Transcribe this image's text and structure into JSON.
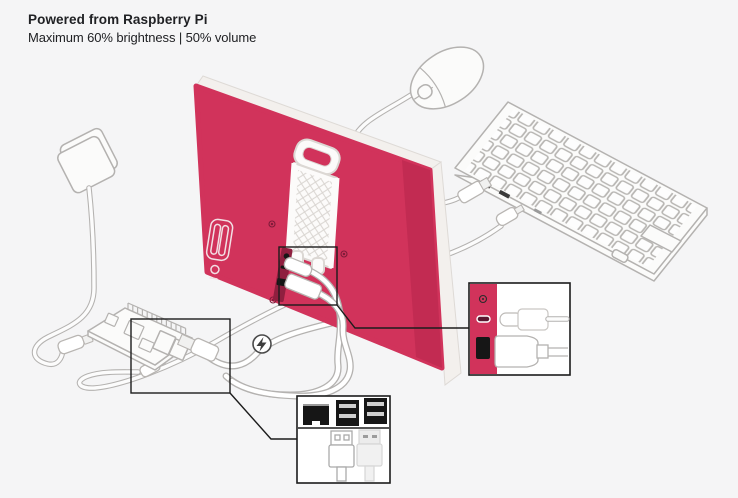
{
  "header": {
    "title": "Powered from Raspberry Pi",
    "subtitle": "Maximum 60% brightness | 50% volume"
  },
  "colors": {
    "background": "#f5f5f6",
    "monitor_red": "#d1335b",
    "monitor_red_dark": "#c22b52",
    "bezel_white": "#f3f0ed",
    "line_gray": "#b4b2b0",
    "callout_black": "#1c1c1c",
    "port_black": "#161616",
    "silver": "#cfcfcf",
    "text": "#202124"
  },
  "icons": {
    "power_bolt": "lightning-bolt-in-circle",
    "power_symbol": "power-circle-glyph"
  },
  "scene": {
    "components": [
      "monitor-back",
      "monitor-stand-handle",
      "monitor-ports",
      "keyboard",
      "mouse",
      "raspberry-pi-board",
      "power-adapter",
      "power-cable",
      "usb-power-cable",
      "keyboard-cable",
      "mouse-cable",
      "callout-monitor-ports",
      "callout-pi-ports",
      "detail-box-monitor-ports",
      "detail-box-pi-ports",
      "usb-c-connector",
      "hdmi-connector",
      "ethernet-port",
      "usb-a-plugs",
      "power-bolt-icon"
    ]
  }
}
